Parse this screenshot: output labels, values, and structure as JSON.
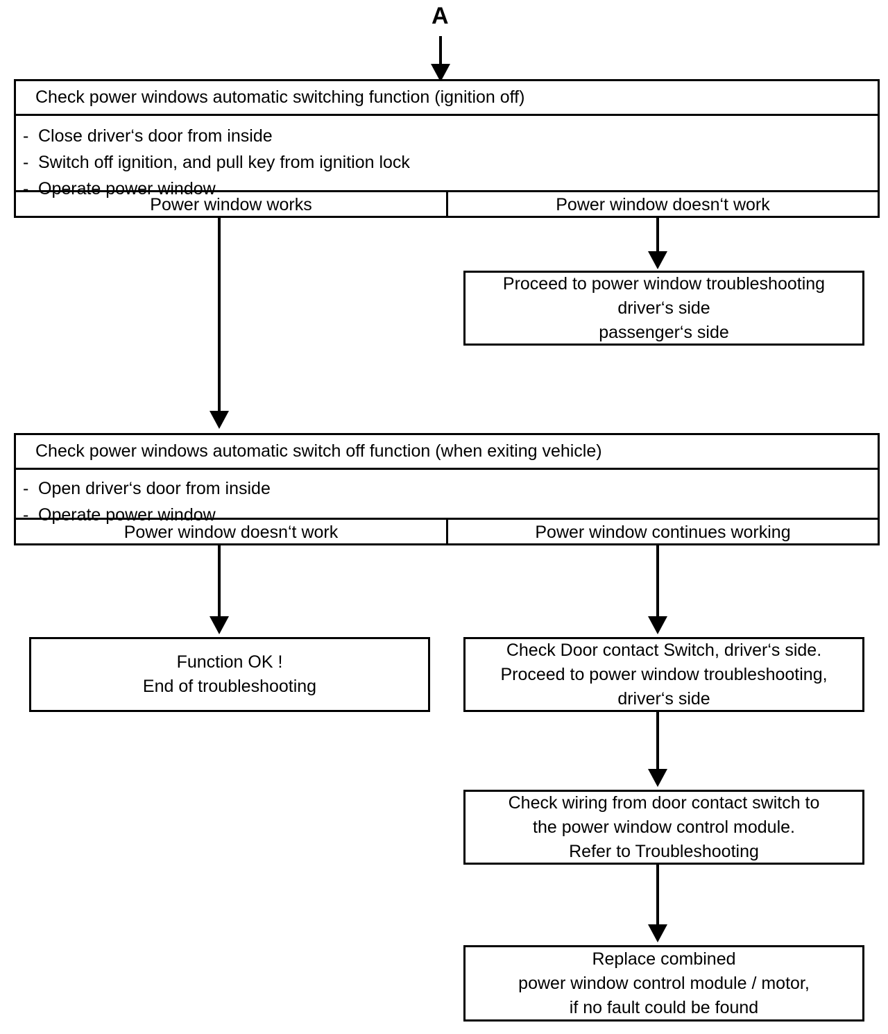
{
  "diagram": {
    "title_tag": "A",
    "entry_connector_name": "entry-arrow-from-a"
  },
  "step1": {
    "header": "Check power windows automatic switching function (ignition off)",
    "bullet_marker": "-",
    "instructions": [
      "Close driver‘s door from inside",
      "Switch off ignition, and pull key from ignition lock",
      "Operate power window"
    ],
    "outcome_left": "Power window works",
    "outcome_right": "Power window doesn‘t work"
  },
  "branch1_right": {
    "lines": [
      "Proceed to power window troubleshooting",
      "driver‘s side",
      "passenger‘s side"
    ]
  },
  "step2": {
    "header": "Check power windows automatic switch off function (when exiting vehicle)",
    "bullet_marker": "-",
    "instructions": [
      "Open driver‘s door from inside",
      "Operate power window"
    ],
    "outcome_left": "Power window doesn‘t work",
    "outcome_right": "Power window continues working"
  },
  "terminal_ok": {
    "lines": [
      "Function OK !",
      "End of troubleshooting"
    ]
  },
  "check_door_switch": {
    "lines": [
      "Check Door contact Switch, driver‘s side.",
      "Proceed to power window troubleshooting,",
      "driver‘s side"
    ]
  },
  "check_wiring": {
    "lines": [
      "Check wiring from door contact switch to",
      "the power window control module.",
      "Refer to Troubleshooting"
    ]
  },
  "replace_module": {
    "lines": [
      "Replace combined",
      "power window control module / motor,",
      "if no fault could be found"
    ]
  },
  "colors": {
    "stroke": "#000000",
    "background": "#ffffff"
  }
}
